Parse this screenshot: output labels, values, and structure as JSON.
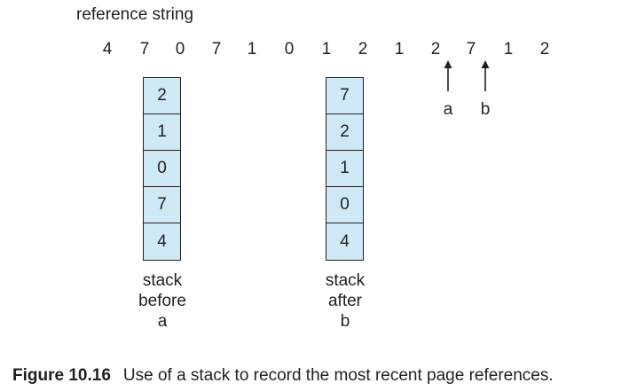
{
  "reference": {
    "title": "reference string",
    "sequence": [
      "4",
      "7",
      "0",
      "7",
      "1",
      "0",
      "1",
      "2",
      "1",
      "2",
      "7",
      "1",
      "2"
    ]
  },
  "markers": [
    {
      "label": "a"
    },
    {
      "label": "b"
    }
  ],
  "stacks": [
    {
      "cells": [
        "2",
        "1",
        "0",
        "7",
        "4"
      ],
      "caption": [
        "stack",
        "before",
        "a"
      ]
    },
    {
      "cells": [
        "7",
        "2",
        "1",
        "0",
        "4"
      ],
      "caption": [
        "stack",
        "after",
        "b"
      ]
    }
  ],
  "figure": {
    "number": "Figure 10.16",
    "text": "Use of a stack to record the most recent page references."
  },
  "colors": {
    "cell_fill": "#cfe8f6",
    "stroke": "#231f20"
  }
}
